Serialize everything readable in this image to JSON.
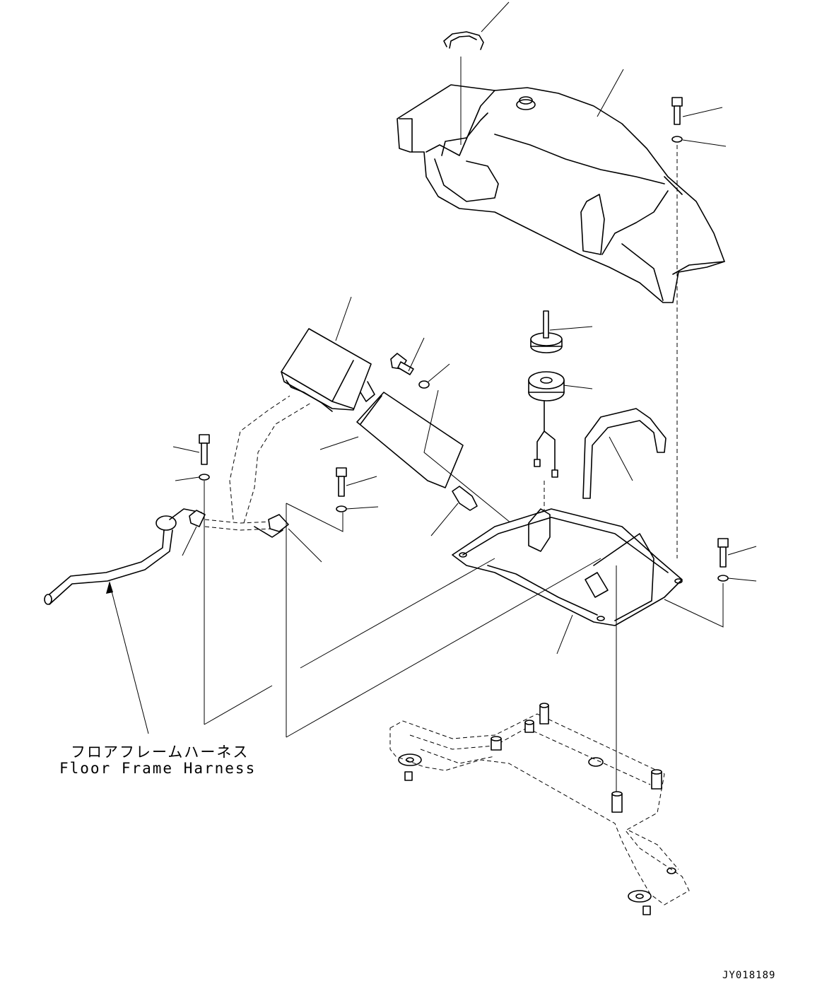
{
  "harness_label": {
    "japanese": "フロアフレームハーネス",
    "english": "Floor Frame Harness"
  },
  "drawing_number": "JY018189"
}
